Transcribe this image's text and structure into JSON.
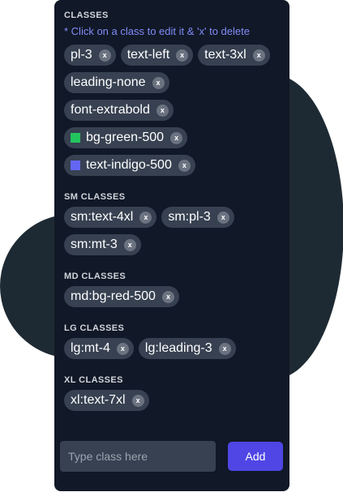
{
  "classes": {
    "title": "CLASSES",
    "hint": "* Click on a class to edit it & 'x' to delete",
    "tags": [
      {
        "label": "pl-3"
      },
      {
        "label": "text-left"
      },
      {
        "label": "text-3xl"
      },
      {
        "label": "leading-none"
      },
      {
        "label": "font-extrabold"
      },
      {
        "label": "bg-green-500",
        "swatch": "#22c55e"
      },
      {
        "label": "text-indigo-500",
        "swatch": "#6366f1"
      }
    ]
  },
  "sm": {
    "title": "SM CLASSES",
    "tags": [
      {
        "label": "sm:text-4xl"
      },
      {
        "label": "sm:pl-3"
      },
      {
        "label": "sm:mt-3"
      }
    ]
  },
  "md": {
    "title": "MD CLASSES",
    "tags": [
      {
        "label": "md:bg-red-500"
      }
    ]
  },
  "lg": {
    "title": "LG CLASSES",
    "tags": [
      {
        "label": "lg:mt-4"
      },
      {
        "label": "lg:leading-3"
      }
    ]
  },
  "xl": {
    "title": "XL CLASSES",
    "tags": [
      {
        "label": "xl:text-7xl"
      }
    ]
  },
  "input": {
    "placeholder": "Type class here",
    "value": ""
  },
  "add_button_label": "Add",
  "remove_glyph": "x",
  "colors": {
    "panel_bg": "#111827",
    "tag_bg": "#374151",
    "hint": "#818cf8",
    "accent": "#4f46e5",
    "blob": "#1e2a33"
  }
}
